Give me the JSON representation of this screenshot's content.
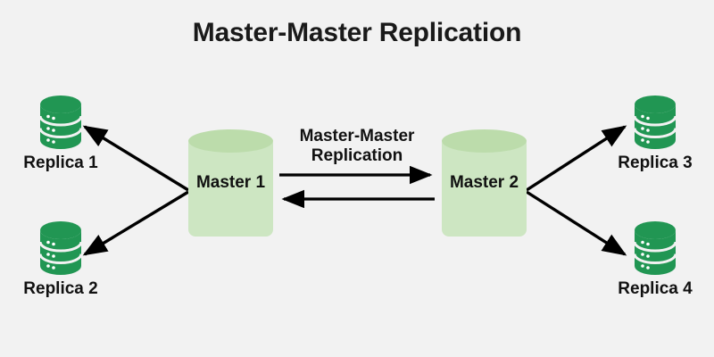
{
  "diagram": {
    "title": "Master-Master Replication",
    "background_color": "#f2f2f2",
    "accent_color": "#219653",
    "master_fill_color": "#cde6c2",
    "master_top_color": "#bcdcab",
    "arrow_color": "#000000",
    "center_caption": {
      "line1": "Master-Master",
      "line2": "Replication"
    },
    "masters": [
      {
        "id": "master-1",
        "label": "Master 1"
      },
      {
        "id": "master-2",
        "label": "Master 2"
      }
    ],
    "replicas": [
      {
        "id": "replica-1",
        "label": "Replica 1",
        "icon": "database-icon"
      },
      {
        "id": "replica-2",
        "label": "Replica 2",
        "icon": "database-icon"
      },
      {
        "id": "replica-3",
        "label": "Replica 3",
        "icon": "database-icon"
      },
      {
        "id": "replica-4",
        "label": "Replica 4",
        "icon": "database-icon"
      }
    ],
    "arrows": [
      {
        "id": "arrow-master1-to-master2",
        "from": "Master 1",
        "to": "Master 2",
        "direction": "right"
      },
      {
        "id": "arrow-master2-to-master1",
        "from": "Master 2",
        "to": "Master 1",
        "direction": "left"
      },
      {
        "id": "arrow-master1-to-replica1",
        "from": "Master 1",
        "to": "Replica 1",
        "direction": "up-left"
      },
      {
        "id": "arrow-master1-to-replica2",
        "from": "Master 1",
        "to": "Replica 2",
        "direction": "down-left"
      },
      {
        "id": "arrow-master2-to-replica3",
        "from": "Master 2",
        "to": "Replica 3",
        "direction": "up-right"
      },
      {
        "id": "arrow-master2-to-replica4",
        "from": "Master 2",
        "to": "Replica 4",
        "direction": "down-right"
      }
    ]
  }
}
